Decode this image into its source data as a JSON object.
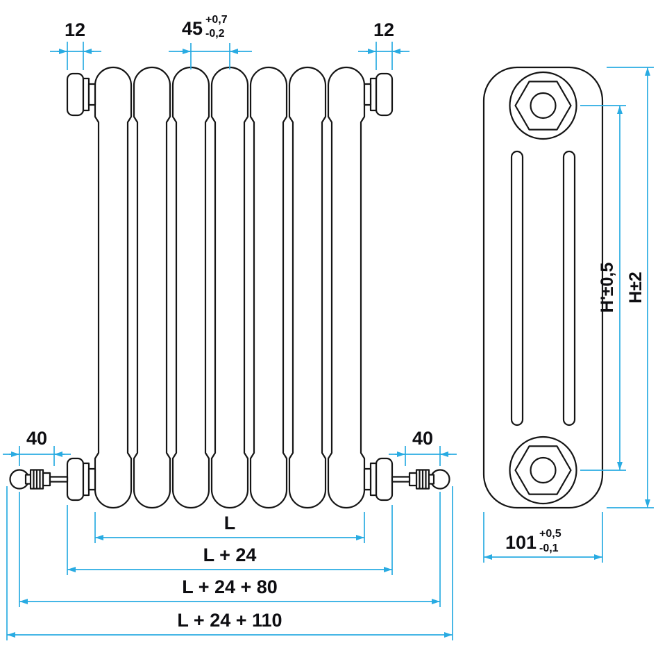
{
  "colors": {
    "dimension": "#29ABE2",
    "outline": "#151515",
    "background": "#FFFFFF"
  },
  "front_view": {
    "section_count": 7,
    "dims": {
      "plug_left": "12",
      "plug_right": "12",
      "pitch_value": "45",
      "pitch_tol_plus": "+0,7",
      "pitch_tol_minus": "-0,2",
      "valve_left": "40",
      "valve_right": "40",
      "length": "L",
      "length_plugs": "L + 24",
      "length_valves": "L + 24 + 80",
      "length_total": "L + 24 + 110"
    }
  },
  "side_view": {
    "dims": {
      "depth_value": "101",
      "depth_tol_plus": "+0,5",
      "depth_tol_minus": "-0,1",
      "height_axes": "H'±0,5",
      "height_overall": "H±2"
    }
  }
}
